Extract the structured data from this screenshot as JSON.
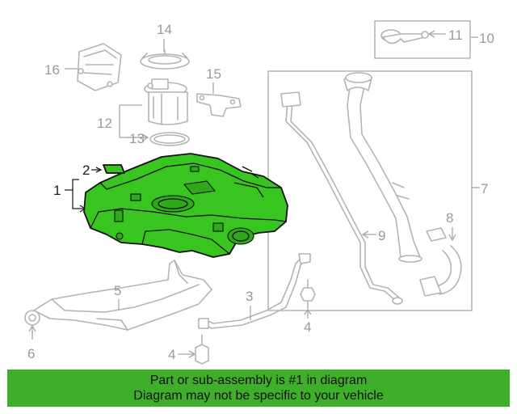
{
  "callouts": {
    "c1": "1",
    "c2": "2",
    "c3": "3",
    "c4a": "4",
    "c4b": "4",
    "c5": "5",
    "c6": "6",
    "c7": "7",
    "c8": "8",
    "c9": "9",
    "c10": "10",
    "c11": "11",
    "c12": "12",
    "c13": "13",
    "c14": "14",
    "c15": "15",
    "c16": "16"
  },
  "highlight_color": "#39c520",
  "banner": {
    "line1": "Part or sub-assembly is #1 in diagram",
    "line2": "Diagram may not be specific to your vehicle",
    "color": "#3fae2a"
  }
}
